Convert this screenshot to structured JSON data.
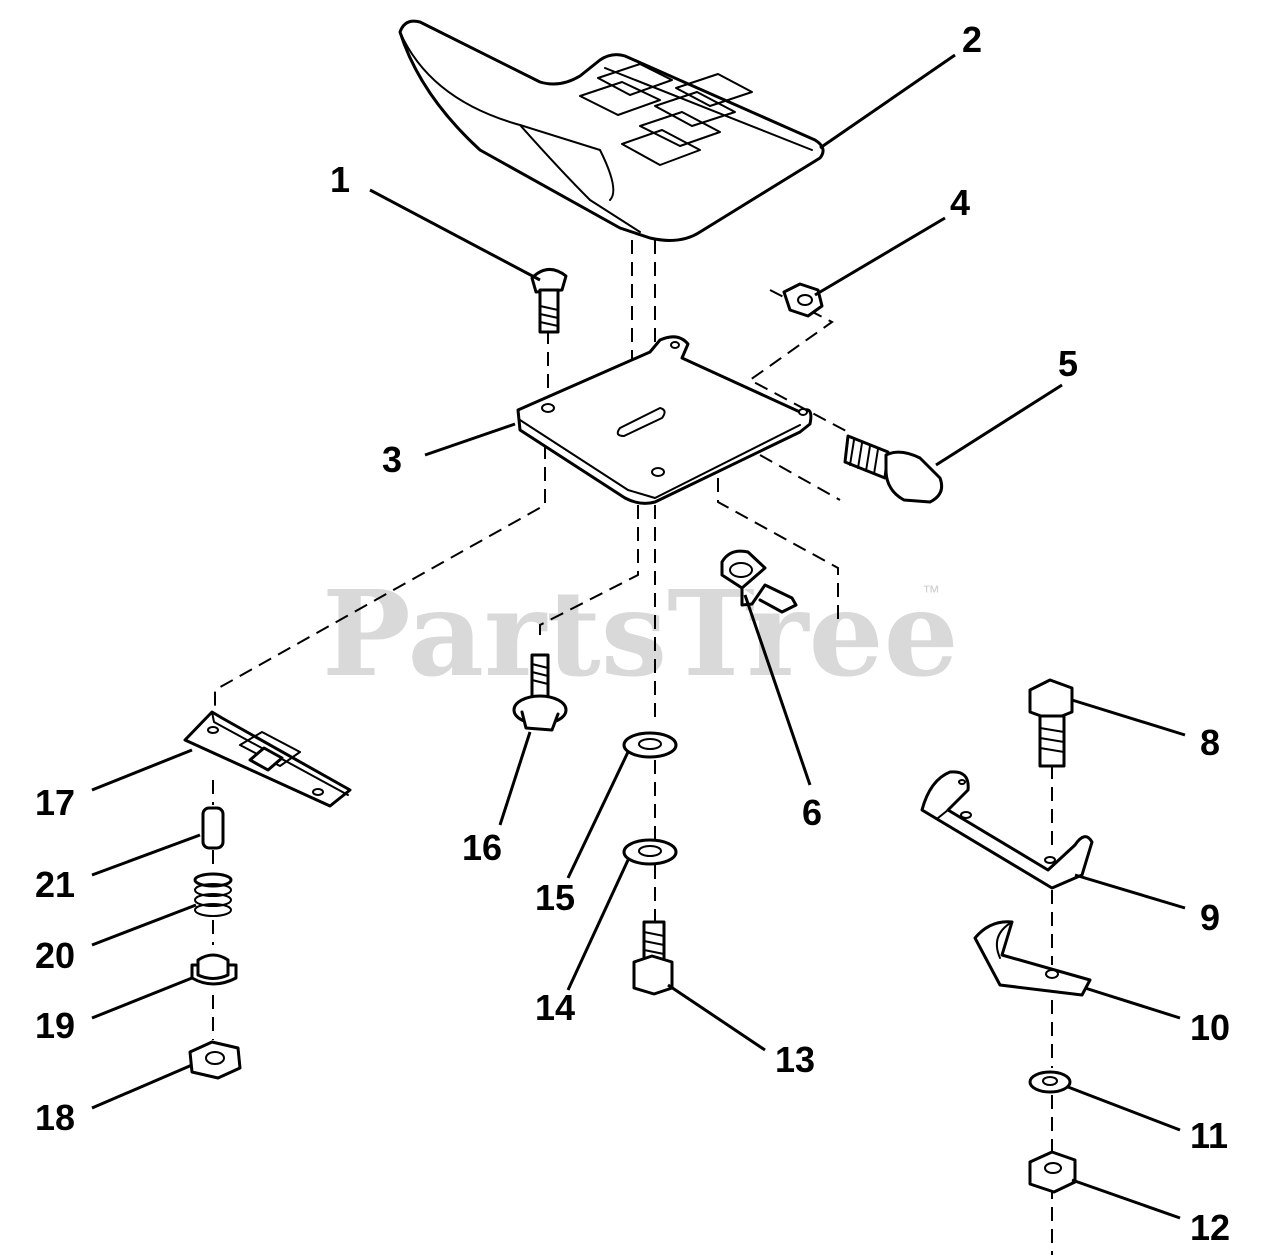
{
  "watermark": {
    "text": "PartsTree",
    "trademark": "™"
  },
  "callouts": [
    {
      "id": "1",
      "label": "1"
    },
    {
      "id": "2",
      "label": "2"
    },
    {
      "id": "3",
      "label": "3"
    },
    {
      "id": "4",
      "label": "4"
    },
    {
      "id": "5",
      "label": "5"
    },
    {
      "id": "6",
      "label": "6"
    },
    {
      "id": "8",
      "label": "8"
    },
    {
      "id": "9",
      "label": "9"
    },
    {
      "id": "10",
      "label": "10"
    },
    {
      "id": "11",
      "label": "11"
    },
    {
      "id": "12",
      "label": "12"
    },
    {
      "id": "13",
      "label": "13"
    },
    {
      "id": "14",
      "label": "14"
    },
    {
      "id": "15",
      "label": "15"
    },
    {
      "id": "16",
      "label": "16"
    },
    {
      "id": "17",
      "label": "17"
    },
    {
      "id": "18",
      "label": "18"
    },
    {
      "id": "19",
      "label": "19"
    },
    {
      "id": "20",
      "label": "20"
    },
    {
      "id": "21",
      "label": "21"
    }
  ],
  "colors": {
    "background": "#ffffff",
    "line": "#000000",
    "watermark": "#d9d9d9"
  }
}
